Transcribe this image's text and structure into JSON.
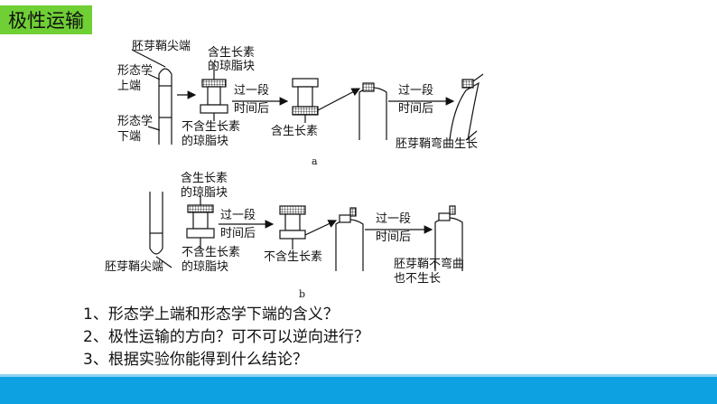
{
  "slide": {
    "title": "极性运输",
    "colors": {
      "title_bg": "#6fcf34",
      "footer_bar": "#0ea1e2"
    }
  },
  "figure_a": {
    "caption": "a",
    "labels": {
      "tip": "胚芽鞘尖端",
      "upper_end_1": "形态学",
      "upper_end_2": "上端",
      "lower_end_1": "形态学",
      "lower_end_2": "下端",
      "with_auxin_1": "含生长素",
      "with_auxin_2": "的琼脂块",
      "no_auxin_1": "不含生长素",
      "no_auxin_2": "的琼脂块",
      "after_time_1_top": "过一段",
      "after_time_1_bottom": "时间后",
      "contains_auxin": "含生长素",
      "after_time_2_top": "过一段",
      "after_time_2_bottom": "时间后",
      "result": "胚芽鞘弯曲生长"
    }
  },
  "figure_b": {
    "caption": "b",
    "labels": {
      "with_auxin_1": "含生长素",
      "with_auxin_2": "的琼脂块",
      "after_time_1_top": "过一段",
      "after_time_1_bottom": "时间后",
      "no_auxin_1": "不含生长素",
      "no_auxin_2": "的琼脂块",
      "tip": "胚芽鞘尖端",
      "no_auxin_result": "不含生长素",
      "after_time_2_top": "过一段",
      "after_time_2_bottom": "时间后",
      "result_1": "胚芽鞘不弯曲",
      "result_2": "也不生长"
    }
  },
  "questions": [
    "1、形态学上端和形态学下端的含义？",
    "2、极性运输的方向？可不可以逆向进行？",
    "3、根据实验你能得到什么结论？"
  ]
}
